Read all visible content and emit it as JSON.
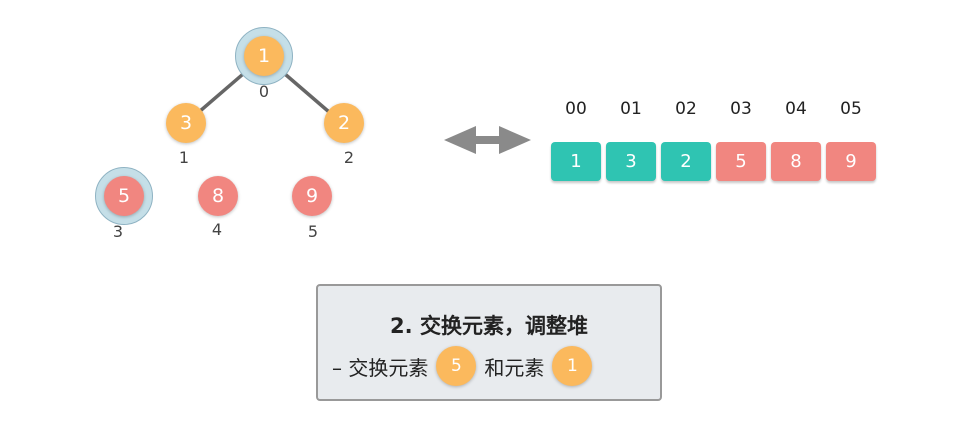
{
  "colors": {
    "orange": "#fbb95d",
    "red": "#f18680",
    "teal": "#2fc4b2",
    "halo": "#c5dfe8",
    "edge": "#666666",
    "arrow": "#8a8a8a"
  },
  "tree": {
    "nodes": [
      {
        "value": "1",
        "index": "0",
        "color": "orange",
        "highlight": true
      },
      {
        "value": "3",
        "index": "1",
        "color": "orange",
        "highlight": false
      },
      {
        "value": "2",
        "index": "2",
        "color": "orange",
        "highlight": false
      },
      {
        "value": "5",
        "index": "3",
        "color": "red",
        "highlight": true
      },
      {
        "value": "8",
        "index": "4",
        "color": "red",
        "highlight": false
      },
      {
        "value": "9",
        "index": "5",
        "color": "red",
        "highlight": false
      }
    ]
  },
  "array": {
    "labels": [
      "00",
      "01",
      "02",
      "03",
      "04",
      "05"
    ],
    "cells": [
      {
        "value": "1",
        "color": "teal"
      },
      {
        "value": "3",
        "color": "teal"
      },
      {
        "value": "2",
        "color": "teal"
      },
      {
        "value": "5",
        "color": "red"
      },
      {
        "value": "8",
        "color": "red"
      },
      {
        "value": "9",
        "color": "red"
      }
    ]
  },
  "caption": {
    "title": "2. 交换元素，调整堆",
    "prefix": "– 交换元素",
    "node_a": "5",
    "middle": "和元素",
    "node_b": "1"
  }
}
